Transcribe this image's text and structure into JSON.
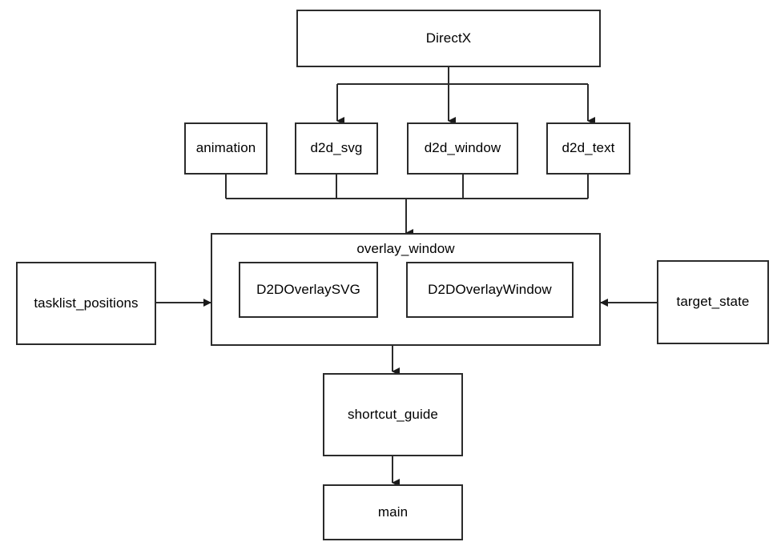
{
  "diagram": {
    "title": "DirectX overlay module dependency diagram",
    "background_color": "#ffffff",
    "line_color": "#2b2b2b",
    "text_color": "#000000",
    "nodes": {
      "directx": {
        "label": "DirectX"
      },
      "animation": {
        "label": "animation"
      },
      "d2d_svg": {
        "label": "d2d_svg"
      },
      "d2d_window": {
        "label": "d2d_window"
      },
      "d2d_text": {
        "label": "d2d_text"
      },
      "overlay_window": {
        "label": "overlay_window"
      },
      "d2d_overlay_svg": {
        "label": "D2DOverlaySVG"
      },
      "d2d_overlay_window": {
        "label": "D2DOverlayWindow"
      },
      "tasklist_positions": {
        "label": "tasklist_positions"
      },
      "target_state": {
        "label": "target_state"
      },
      "shortcut_guide": {
        "label": "shortcut_guide"
      },
      "main": {
        "label": "main"
      }
    },
    "edges": [
      {
        "from": "DirectX",
        "to": "d2d_svg"
      },
      {
        "from": "DirectX",
        "to": "d2d_window"
      },
      {
        "from": "DirectX",
        "to": "d2d_text"
      },
      {
        "from": "animation",
        "to": "overlay_window"
      },
      {
        "from": "d2d_svg",
        "to": "overlay_window"
      },
      {
        "from": "d2d_window",
        "to": "overlay_window"
      },
      {
        "from": "d2d_text",
        "to": "overlay_window"
      },
      {
        "from": "tasklist_positions",
        "to": "overlay_window"
      },
      {
        "from": "target_state",
        "to": "overlay_window"
      },
      {
        "from": "overlay_window",
        "to": "shortcut_guide"
      },
      {
        "from": "shortcut_guide",
        "to": "main"
      }
    ]
  }
}
